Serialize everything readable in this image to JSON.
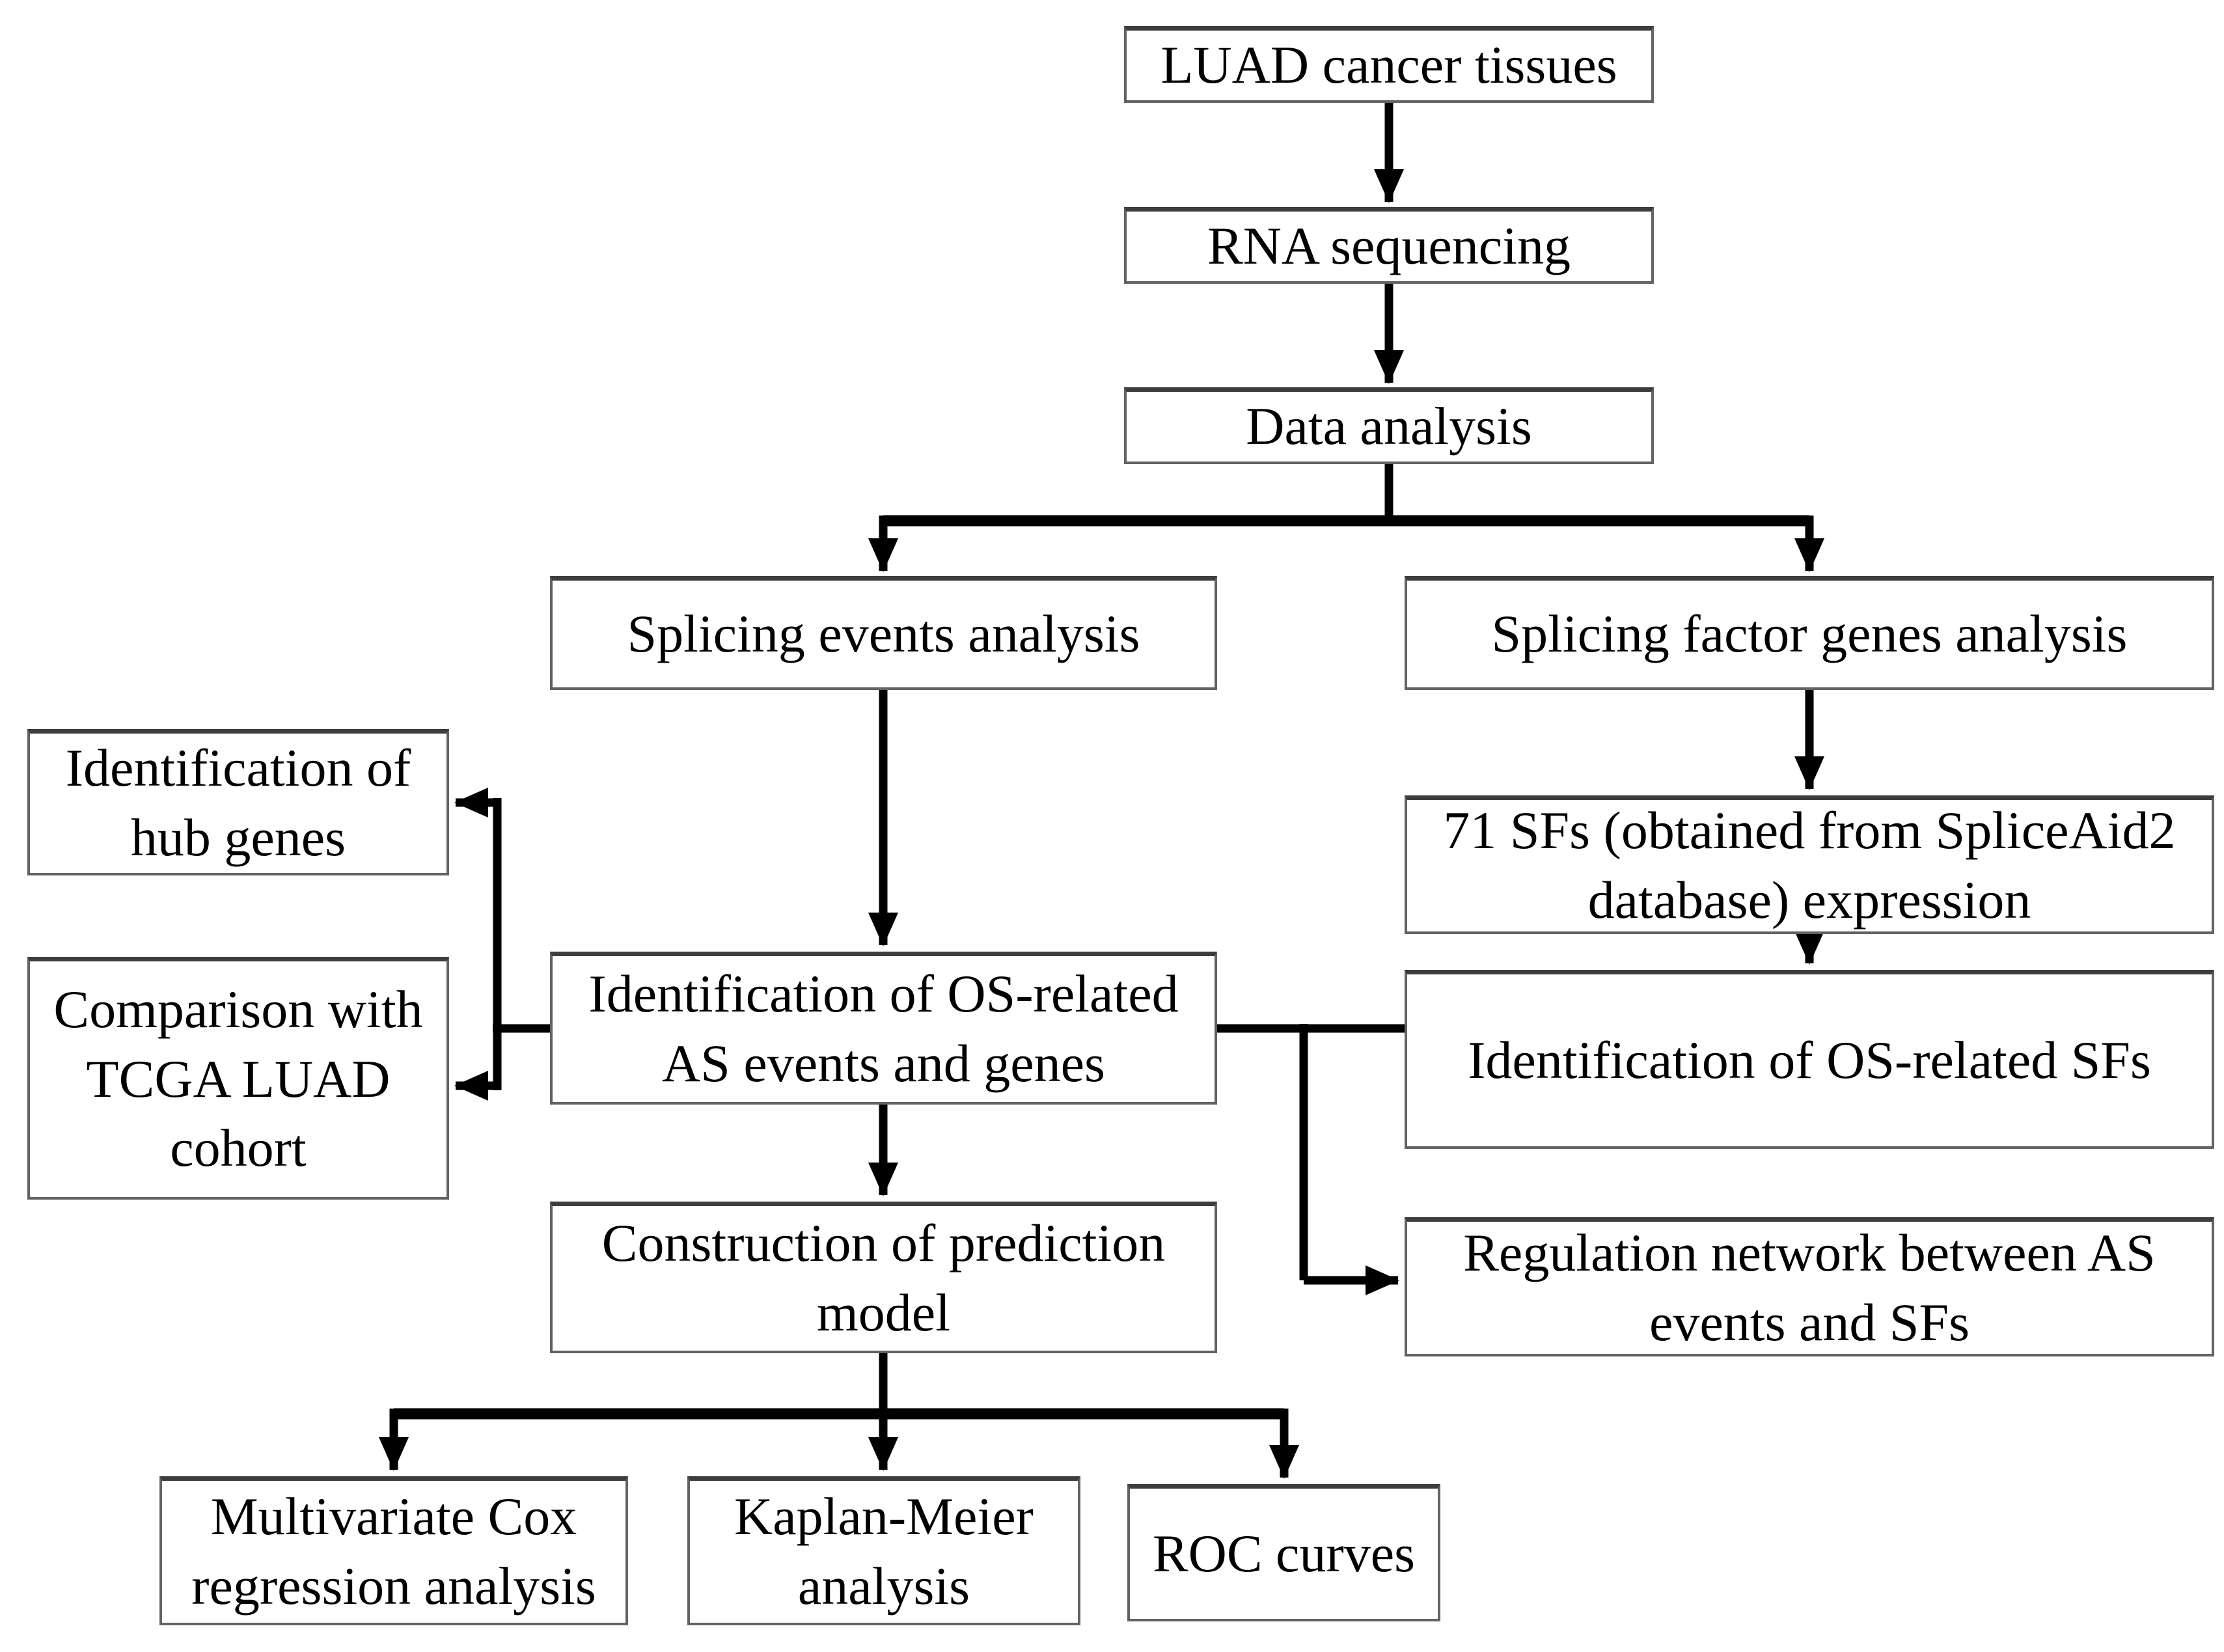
{
  "diagram": {
    "type": "flowchart",
    "nodes": {
      "luad_tissues": {
        "label": "LUAD cancer tissues"
      },
      "rna_seq": {
        "label": "RNA sequencing"
      },
      "data_analysis": {
        "label": "Data analysis"
      },
      "splicing_events": {
        "label": "Splicing events analysis"
      },
      "splicing_factor": {
        "label": "Splicing factor genes analysis"
      },
      "hub_genes": {
        "label": "Identification of\nhub genes"
      },
      "sfs_71": {
        "label": "71 SFs (obtained from SpliceAid2\ndatabase) expression"
      },
      "os_related_as": {
        "label": "Identification of OS-related\nAS events and genes"
      },
      "os_related_sfs": {
        "label": "Identification of OS-related SFs"
      },
      "tcga_cohort": {
        "label": "Comparison with\nTCGA LUAD\ncohort"
      },
      "prediction_model": {
        "label": "Construction of prediction\nmodel"
      },
      "regulation_net": {
        "label": "Regulation network between AS\nevents and SFs"
      },
      "cox_regression": {
        "label": "Multivariate Cox\nregression analysis"
      },
      "kaplan_meier": {
        "label": "Kaplan-Meier\nanalysis"
      },
      "roc_curves": {
        "label": "ROC curves"
      }
    },
    "colors": {
      "background": "#ffffff",
      "box_fill": "#ffffff",
      "box_border": "#636363",
      "box_border_top": "#3d3d3d",
      "arrow": "#000000",
      "text": "#000000"
    }
  }
}
